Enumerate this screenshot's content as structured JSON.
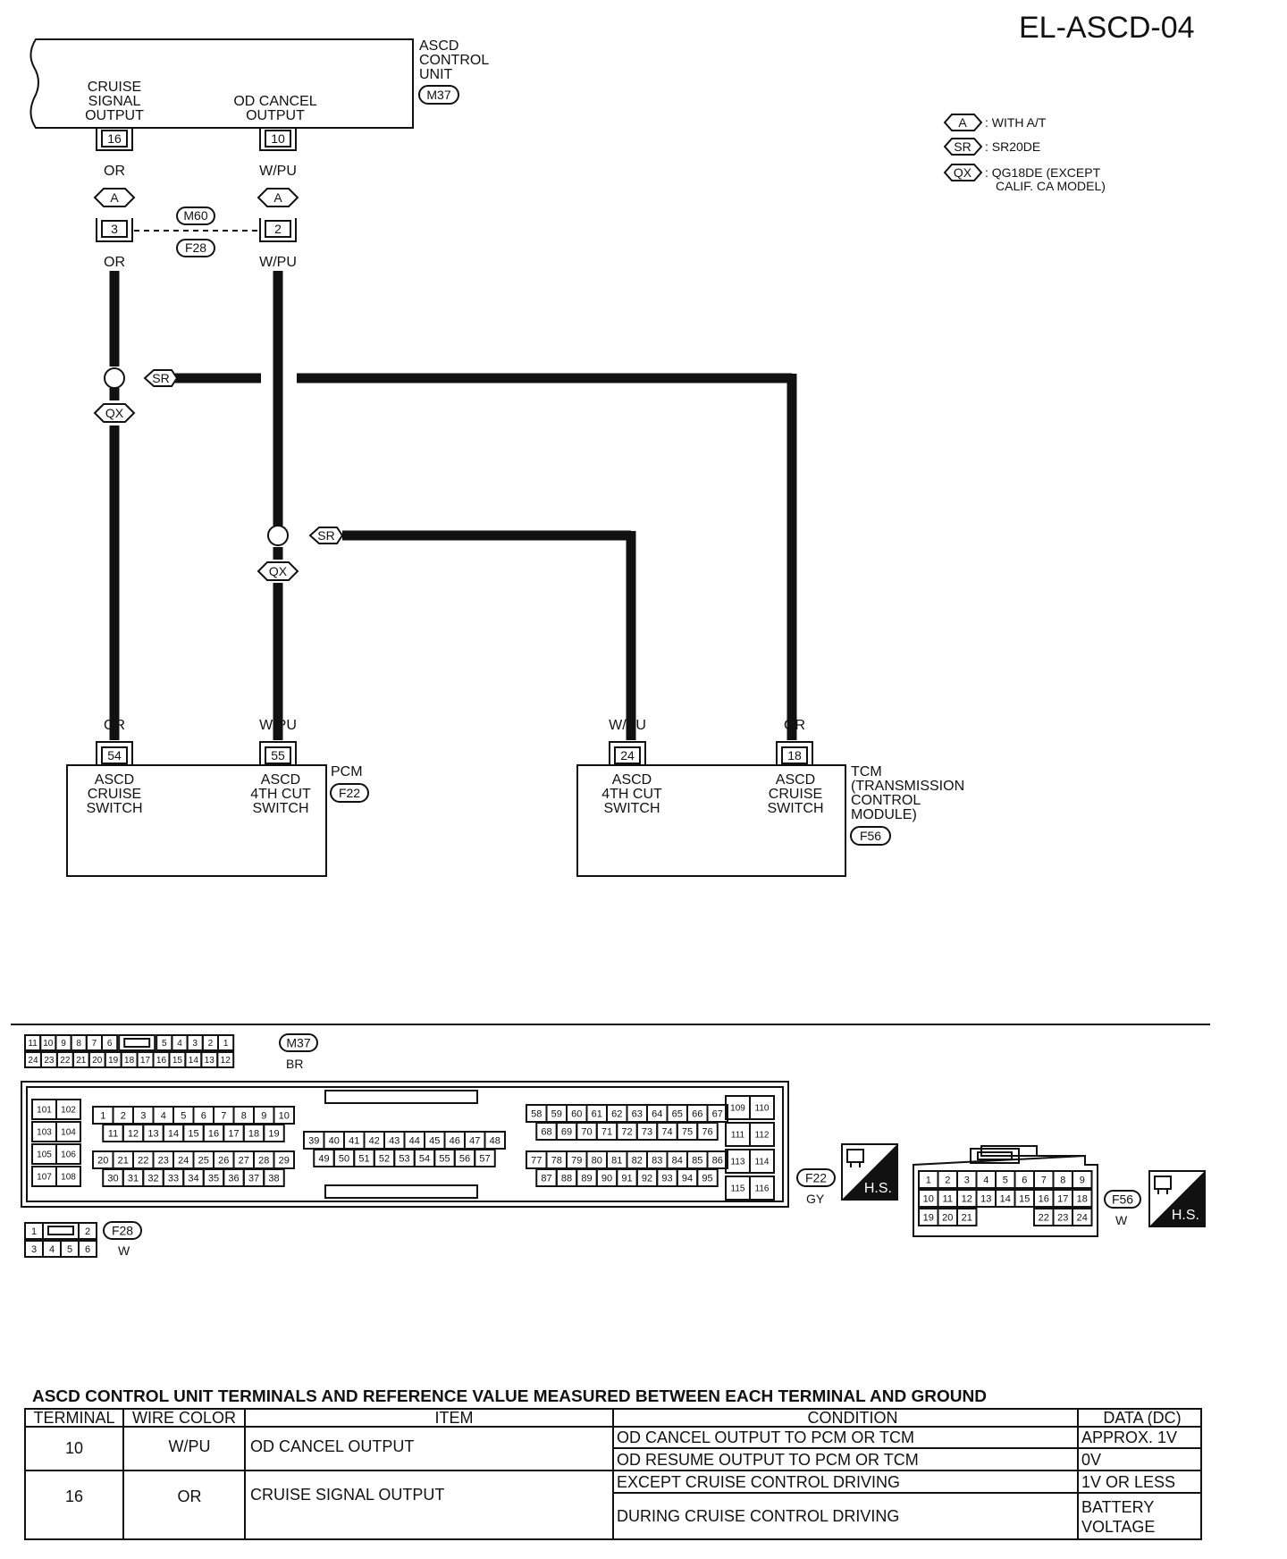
{
  "page": {
    "title": "EL-ASCD-04"
  },
  "legend": [
    {
      "code": "A",
      "text": ": WITH A/T",
      "text2": ""
    },
    {
      "code": "SR",
      "text": ": SR20DE",
      "text2": ""
    },
    {
      "code": "QX",
      "text": ": QG18DE (EXCEPT",
      "text2": "CALIF. CA MODEL)"
    }
  ],
  "units": {
    "ascd": {
      "name_lines": [
        "ASCD",
        "CONTROL",
        "UNIT"
      ],
      "connector": "M37",
      "pins": [
        {
          "number": "16",
          "label_lines": [
            "CRUISE",
            "SIGNAL",
            "OUTPUT"
          ],
          "wire_color": "OR"
        },
        {
          "number": "10",
          "label_lines": [
            "OD CANCEL",
            "OUTPUT"
          ],
          "wire_color": "W/PU"
        }
      ]
    },
    "joint": {
      "option": "A",
      "connector_top": "M60",
      "connector_bottom": "F28",
      "pin_left": "3",
      "pin_right": "2",
      "color_left": "OR",
      "color_right": "W/PU"
    },
    "branch_labels": {
      "sr": "SR",
      "qx": "QX"
    },
    "pcm": {
      "name": "PCM",
      "connector": "F22",
      "pins": [
        {
          "number": "54",
          "label_lines": [
            "ASCD",
            "CRUISE",
            "SWITCH"
          ],
          "wire_color": "OR"
        },
        {
          "number": "55",
          "label_lines": [
            "ASCD",
            "4TH CUT",
            "SWITCH"
          ],
          "wire_color": "W/PU"
        }
      ]
    },
    "tcm": {
      "name_lines": [
        "TCM",
        "(TRANSMISSION",
        "CONTROL",
        "MODULE)"
      ],
      "connector": "F56",
      "pins": [
        {
          "number": "24",
          "label_lines": [
            "ASCD",
            "4TH CUT",
            "SWITCH"
          ],
          "wire_color": "W/PU"
        },
        {
          "number": "18",
          "label_lines": [
            "ASCD",
            "CRUISE",
            "SWITCH"
          ],
          "wire_color": "OR"
        }
      ]
    }
  },
  "connectors": {
    "m37": {
      "code": "M37",
      "color": "BR",
      "top_left": [
        "11",
        "10",
        "9",
        "8",
        "7",
        "6"
      ],
      "top_right": [
        "5",
        "4",
        "3",
        "2",
        "1"
      ],
      "bottom": [
        "24",
        "23",
        "22",
        "21",
        "20",
        "19",
        "18",
        "17",
        "16",
        "15",
        "14",
        "13",
        "12"
      ]
    },
    "f22": {
      "code": "F22",
      "color": "GY",
      "g1": [
        [
          "101",
          "102"
        ],
        [
          "103",
          "104"
        ],
        [
          "105",
          "106"
        ],
        [
          "107",
          "108"
        ]
      ],
      "g2": [
        [
          "1",
          "2",
          "3",
          "4",
          "5",
          "6",
          "7",
          "8",
          "9",
          "10"
        ],
        [
          "11",
          "12",
          "13",
          "14",
          "15",
          "16",
          "17",
          "18",
          "19"
        ],
        [
          "20",
          "21",
          "22",
          "23",
          "24",
          "25",
          "26",
          "27",
          "28",
          "29"
        ],
        [
          "30",
          "31",
          "32",
          "33",
          "34",
          "35",
          "36",
          "37",
          "38"
        ]
      ],
      "g3": [
        [
          "39",
          "40",
          "41",
          "42",
          "43",
          "44",
          "45",
          "46",
          "47",
          "48"
        ],
        [
          "49",
          "50",
          "51",
          "52",
          "53",
          "54",
          "55",
          "56",
          "57"
        ]
      ],
      "g4": [
        [
          "58",
          "59",
          "60",
          "61",
          "62",
          "63",
          "64",
          "65",
          "66",
          "67"
        ],
        [
          "68",
          "69",
          "70",
          "71",
          "72",
          "73",
          "74",
          "75",
          "76"
        ],
        [
          "77",
          "78",
          "79",
          "80",
          "81",
          "82",
          "83",
          "84",
          "85",
          "86"
        ],
        [
          "87",
          "88",
          "89",
          "90",
          "91",
          "92",
          "93",
          "94",
          "95"
        ]
      ],
      "g5": [
        [
          "109",
          "110"
        ],
        [
          "111",
          "112"
        ],
        [
          "113",
          "114"
        ],
        [
          "115",
          "116"
        ]
      ],
      "hs": "H.S."
    },
    "f28": {
      "code": "F28",
      "color": "W",
      "top": [
        "1",
        "2"
      ],
      "bottom": [
        "3",
        "4",
        "5",
        "6"
      ]
    },
    "f56": {
      "code": "F56",
      "color": "W",
      "row1": [
        "1",
        "2",
        "3",
        "4",
        "5",
        "6",
        "7",
        "8",
        "9"
      ],
      "row2": [
        "10",
        "11",
        "12",
        "13",
        "14",
        "15",
        "16",
        "17",
        "18"
      ],
      "row3_left": [
        "19",
        "20",
        "21"
      ],
      "row3_right": [
        "22",
        "23",
        "24"
      ],
      "hs": "H.S."
    }
  },
  "table": {
    "title": "ASCD CONTROL UNIT TERMINALS AND REFERENCE VALUE MEASURED BETWEEN EACH TERMINAL AND GROUND",
    "headers": [
      "TERMINAL",
      "WIRE COLOR",
      "ITEM",
      "CONDITION",
      "DATA (DC)"
    ],
    "rows": [
      {
        "terminal": "10",
        "wire_color": "W/PU",
        "item": "OD CANCEL OUTPUT",
        "conditions": [
          {
            "condition": "OD CANCEL OUTPUT TO PCM OR TCM",
            "data": [
              "APPROX. 1V"
            ]
          },
          {
            "condition": "OD RESUME OUTPUT TO PCM OR TCM",
            "data": [
              "0V"
            ]
          }
        ]
      },
      {
        "terminal": "16",
        "wire_color": "OR",
        "item": "CRUISE SIGNAL OUTPUT",
        "conditions": [
          {
            "condition": "EXCEPT CRUISE CONTROL DRIVING",
            "data": [
              "1V OR LESS"
            ]
          },
          {
            "condition": "DURING CRUISE CONTROL DRIVING",
            "data": [
              "BATTERY",
              "VOLTAGE"
            ]
          }
        ]
      }
    ]
  }
}
